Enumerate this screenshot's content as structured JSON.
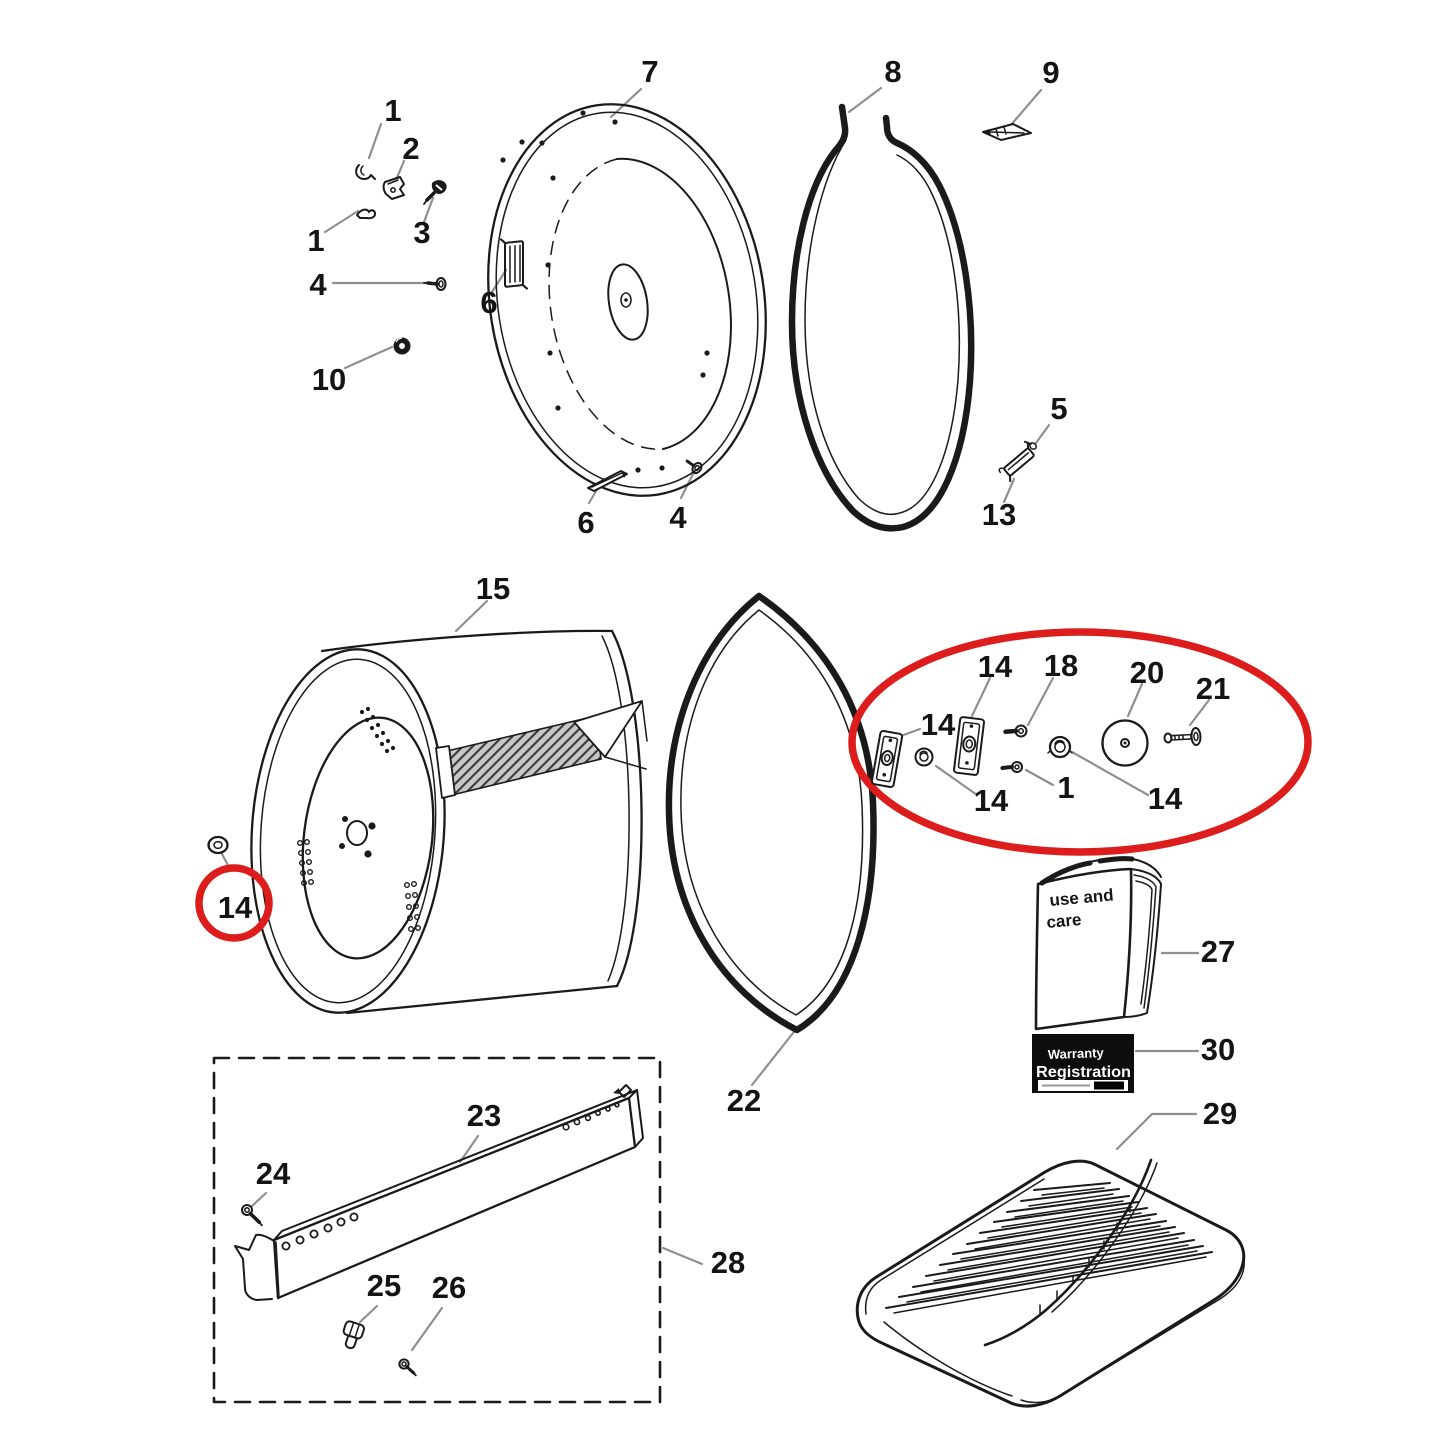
{
  "colors": {
    "bg": "#ffffff",
    "line": "#1a1a1a",
    "leader": "#8f8f8f",
    "hl": "#dd1c1c",
    "hatch": "#c7c7c7"
  },
  "callouts": [
    {
      "text": "1"
    },
    {
      "text": "2"
    },
    {
      "text": "3"
    },
    {
      "text": "1"
    },
    {
      "text": "4"
    },
    {
      "text": "6"
    },
    {
      "text": "10"
    },
    {
      "text": "7"
    },
    {
      "text": "8"
    },
    {
      "text": "9"
    },
    {
      "text": "5"
    },
    {
      "text": "13"
    },
    {
      "text": "6"
    },
    {
      "text": "4"
    },
    {
      "text": "15"
    },
    {
      "text": "14"
    },
    {
      "text": "22"
    },
    {
      "text": "14"
    },
    {
      "text": "18"
    },
    {
      "text": "20"
    },
    {
      "text": "21"
    },
    {
      "text": "14"
    },
    {
      "text": "14"
    },
    {
      "text": "1"
    },
    {
      "text": "14"
    },
    {
      "text": "27"
    },
    {
      "text": "30"
    },
    {
      "text": "29"
    },
    {
      "text": "23"
    },
    {
      "text": "24"
    },
    {
      "text": "25"
    },
    {
      "text": "26"
    },
    {
      "text": "28"
    }
  ],
  "booklet": {
    "line1": "use and",
    "line2": "care"
  },
  "warranty_card": {
    "line1": "Warranty",
    "line2": "Registration"
  }
}
